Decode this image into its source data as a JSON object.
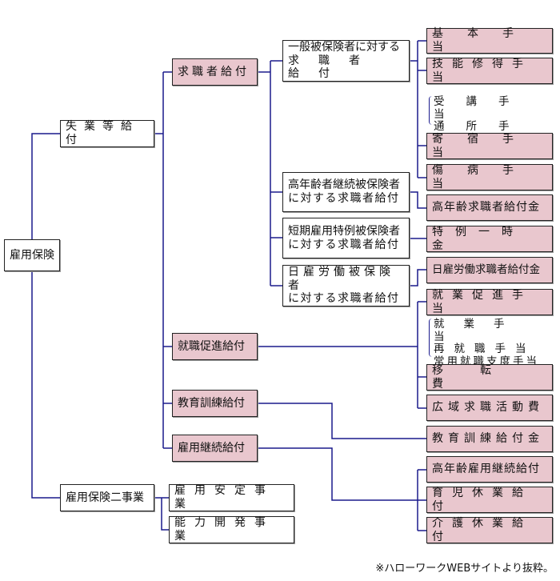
{
  "colors": {
    "pink": "#e9c7ce",
    "line": "#1a1a8c",
    "border": "#222222"
  },
  "root": "雇用保険",
  "level1": {
    "unemployment": "失業等給付",
    "two_projects": "雇用保険二事業"
  },
  "level2": {
    "job_seeker": "求職者給付",
    "employment_promotion": "就職促進給付",
    "education_training": "教育訓練給付",
    "employment_continuation": "雇用継続給付"
  },
  "insured_types": {
    "general": [
      "一般被保険者に対する",
      "求職者給付"
    ],
    "elderly": [
      "高年齢者継続被保険者",
      "に対する求職者給付"
    ],
    "short_term": [
      "短期雇用特例被保険者",
      "に対する求職者給付"
    ],
    "day_labor": [
      "日雇労働被保険者",
      "に対する求職者給付"
    ]
  },
  "benefits": {
    "basic": "基本手当",
    "skill": "技能修得手当",
    "sub_skill": [
      "受講手当",
      "通所手当"
    ],
    "lodging": "寄宿手当",
    "sickness": "傷病手当",
    "elderly_seeker": "高年齢求職者給付金",
    "special_lump": "特例一時金",
    "day_labor_seeker": "日雇労働求職者給付金",
    "reemployment_promotion": "就業促進手当",
    "sub_promotion": [
      "就業手当",
      "再就職手当",
      "常用就職支度手当"
    ],
    "relocation": "移転費",
    "wide_area": "広域求職活動費",
    "training_benefit": "教育訓練給付金",
    "elderly_continuation": "高年齢雇用継続給付",
    "childcare": "育児休業給付",
    "nursing": "介護休業給付"
  },
  "projects": {
    "stability": "雇用安定事業",
    "capacity": "能力開発事業"
  },
  "footnote": "※ハローワークWEBサイトより抜粋。"
}
